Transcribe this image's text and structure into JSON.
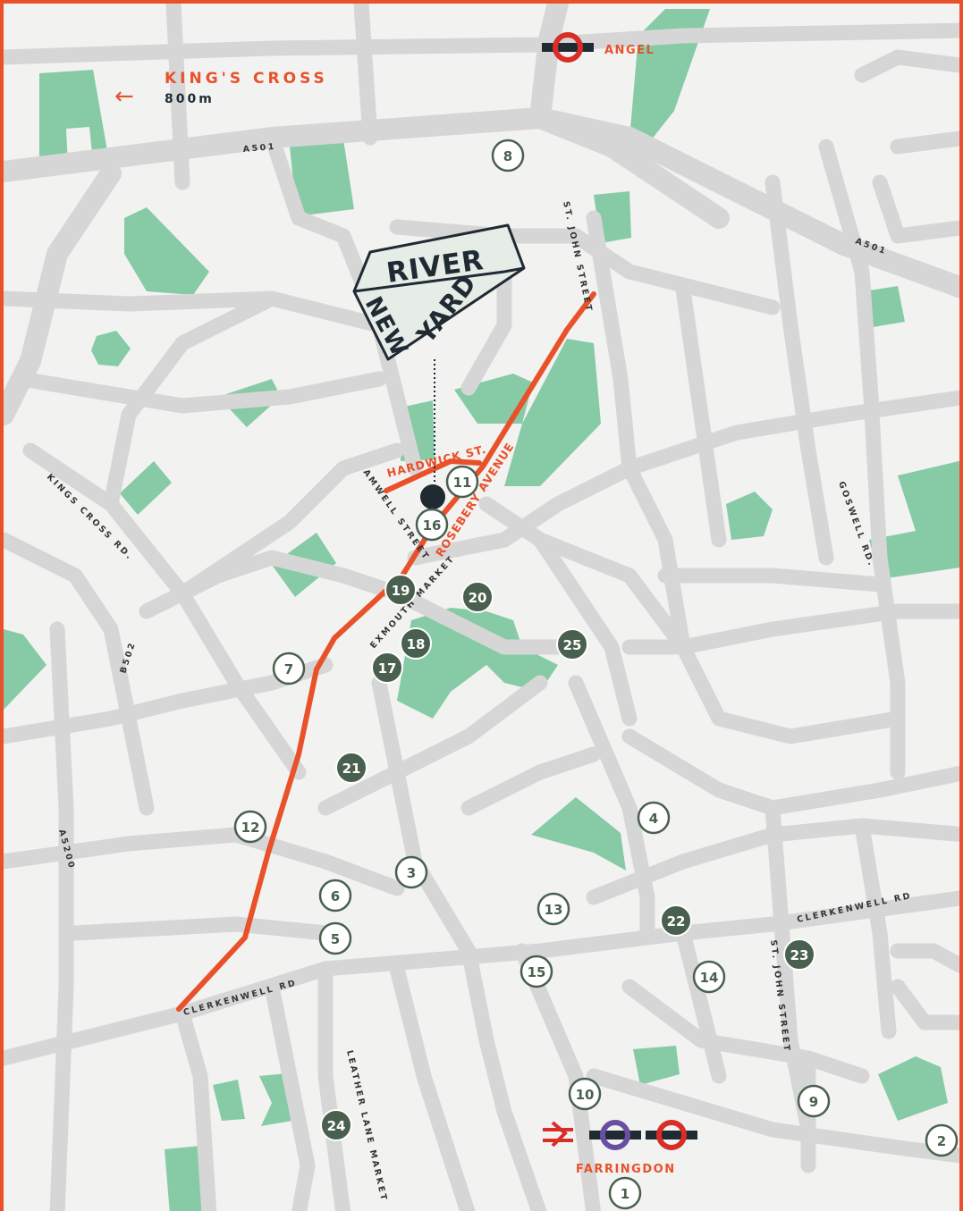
{
  "stations": {
    "angel": "ANGEL",
    "farringdon": "FARRINGDON"
  },
  "kings_cross": {
    "label": "KING'S CROSS",
    "distance": "800m",
    "arrow": "←"
  },
  "logo": {
    "word1": "RIVER",
    "word2": "NEW",
    "word3": "YARD"
  },
  "streets": {
    "a501_west": "A501",
    "a501_east": "A501",
    "st_john_street_north": "ST. JOHN STREET",
    "st_john_street_south": "ST. JOHN STREET",
    "kings_cross_rd": "KINGS CROSS RD.",
    "b502": "B502",
    "a5200": "A5200",
    "goswell_rd": "GOSWELL RD.",
    "amwell_street": "AMWELL STREET",
    "exmouth_market": "EXMOUTH MARKET",
    "clerkenwell_rd_west": "CLERKENWELL RD",
    "clerkenwell_rd_east": "CLERKENWELL RD",
    "leather_lane_market": "LEATHER LANE MARKET"
  },
  "route_labels": {
    "hardwick": "HARDWICK ST.",
    "rosebery": "ROSEBERY AVENUE"
  },
  "markers": [
    {
      "label": "1",
      "style": "light"
    },
    {
      "label": "2",
      "style": "light"
    },
    {
      "label": "3",
      "style": "light"
    },
    {
      "label": "4",
      "style": "light"
    },
    {
      "label": "5",
      "style": "light"
    },
    {
      "label": "6",
      "style": "light"
    },
    {
      "label": "7",
      "style": "light"
    },
    {
      "label": "8",
      "style": "light"
    },
    {
      "label": "9",
      "style": "light"
    },
    {
      "label": "10",
      "style": "light"
    },
    {
      "label": "11",
      "style": "light"
    },
    {
      "label": "12",
      "style": "light"
    },
    {
      "label": "13",
      "style": "light"
    },
    {
      "label": "14",
      "style": "light"
    },
    {
      "label": "15",
      "style": "light"
    },
    {
      "label": "16",
      "style": "light"
    },
    {
      "label": "17",
      "style": "dark"
    },
    {
      "label": "18",
      "style": "dark"
    },
    {
      "label": "19",
      "style": "dark"
    },
    {
      "label": "20",
      "style": "dark"
    },
    {
      "label": "21",
      "style": "dark"
    },
    {
      "label": "22",
      "style": "dark"
    },
    {
      "label": "23",
      "style": "dark"
    },
    {
      "label": "24",
      "style": "dark"
    },
    {
      "label": "25",
      "style": "dark"
    }
  ],
  "colors": {
    "accent": "#e8512a",
    "park": "#86cba6",
    "road": "#d6d6d6",
    "marker_dark": "#49604e",
    "navy": "#1f2a33",
    "elizabeth_line": "#6a4ea1",
    "underground": "#d92d27"
  }
}
